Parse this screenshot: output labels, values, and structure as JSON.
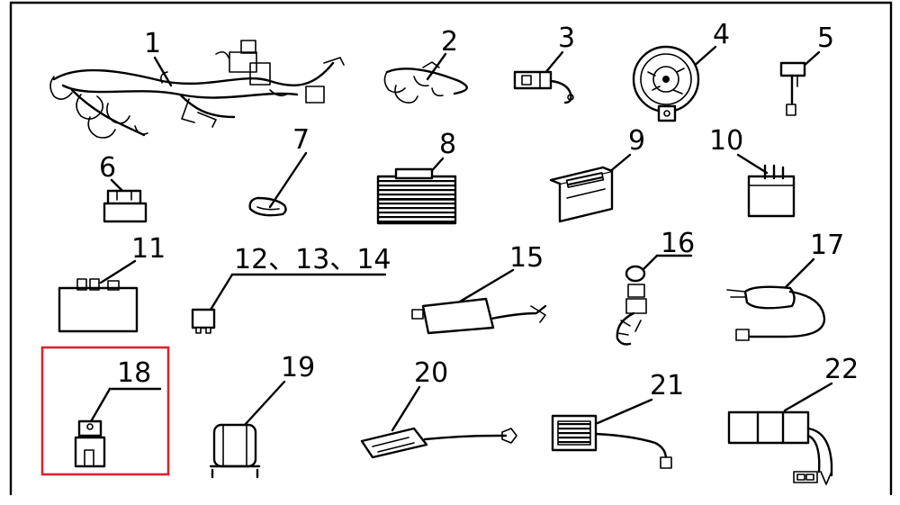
{
  "diagram": {
    "labels": {
      "p1": "1",
      "p2": "2",
      "p3": "3",
      "p4": "4",
      "p5": "5",
      "p6": "6",
      "p7": "7",
      "p8": "8",
      "p9": "9",
      "p10": "10",
      "p11": "11",
      "p12": "12、13、14",
      "p15": "15",
      "p16": "16",
      "p17": "17",
      "p18": "18",
      "p19": "19",
      "p20": "20",
      "p21": "21",
      "p22": "22"
    },
    "highlight": {
      "part": "18",
      "color": "#d9232e"
    },
    "colors": {
      "line": "#000000",
      "background": "#ffffff"
    }
  }
}
